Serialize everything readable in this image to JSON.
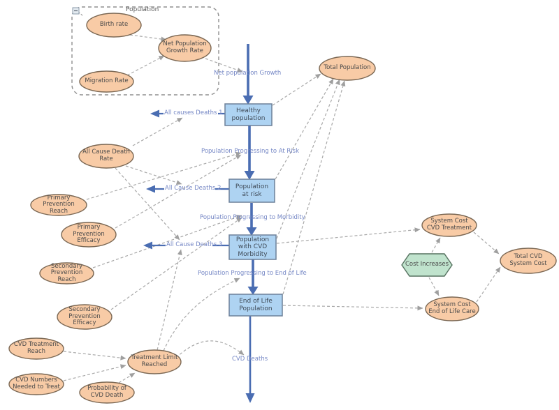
{
  "group": {
    "label": "Population"
  },
  "nodes": {
    "birth_rate": "Birth rate",
    "net_population_growth_rate": "Net Population Growth Rate",
    "migration_rate": "Migration Rate",
    "total_population": "Total Population",
    "all_cause_death_rate": "All Cause Death Rate",
    "primary_prevention_reach": "Primary Prevention Reach",
    "primary_prevention_efficacy": "Primary Prevention Efficacy",
    "secondary_prevention_reach": "Secondary Prevention Reach",
    "secondary_prevention_efficacy": "Secondary Prevention Efficacy",
    "cvd_treatment_reach": "CVD Treatment Reach",
    "cvd_numbers_needed_to_treat": "CVD Numbers Needed to Treat",
    "probability_of_cvd_death": "Probability of CVD Death",
    "treatment_limit_reached": "Treatment Limit Reached",
    "cost_increases": "Cost Increases",
    "system_cost_cvd_treatment": "System Cost CVD Treatment",
    "total_cvd_system_cost": "Total CVD System Cost",
    "system_cost_end_of_life_care": "System Cost End of Life Care"
  },
  "stocks": {
    "healthy_population": "Healthy population",
    "population_at_risk": "Population at risk",
    "population_with_cvd_morbidity": "Population with CVD Morbidity",
    "end_of_life_population": "End of Life Population"
  },
  "flow_labels": {
    "net_population_growth": "Net population Growth",
    "all_causes_deaths_1": "All causes Deaths 1",
    "population_progressing_to_at_risk": "Population Progressing to At Risk",
    "all_cause_deaths_2": "All Cause Deaths 2",
    "population_progressing_to_morbidity": "Population Progressing to Morbidity",
    "all_cause_deaths_3": "All Cause Deaths 3",
    "population_progressing_to_end_of_life": "Population Progressing to End of Life",
    "cvd_deaths": "CVD Deaths"
  },
  "colors": {
    "variable_fill": "#f8cba6",
    "variable_stroke": "#7a6753",
    "stock_fill": "#aed3f2",
    "stock_stroke": "#6d8099",
    "flow_blue": "#4a6db2",
    "flow_label_blue": "#7587c5",
    "connector_gray": "#a8a8a8",
    "hexagon_fill": "#c0e3cd",
    "hexagon_stroke": "#55715f"
  }
}
